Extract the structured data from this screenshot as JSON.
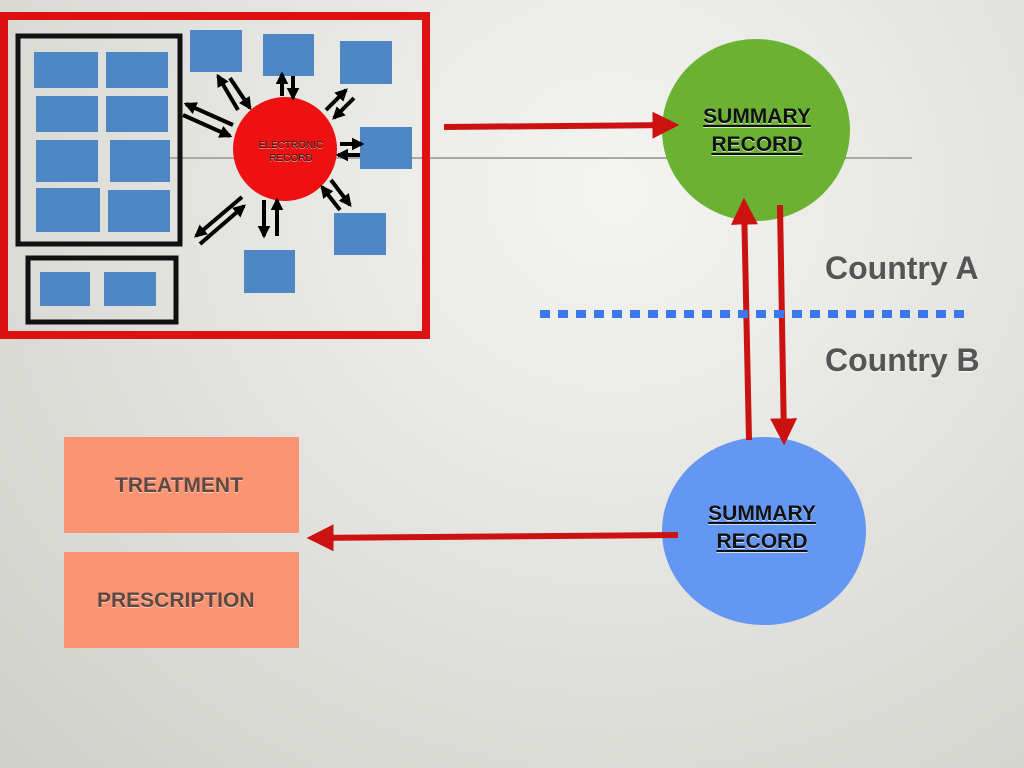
{
  "electronic_record": {
    "line1": "ELECTRONIC",
    "line2": "RECORD",
    "color": "#ee1111"
  },
  "summary_a": {
    "line1": "SUMMARY",
    "line2": "RECORD",
    "color": "#6bb232"
  },
  "summary_b": {
    "line1": "SUMMARY",
    "line2": "RECORD",
    "color": "#6496f4"
  },
  "country_a": "Country A",
  "country_b": "Country B",
  "treatment": "TREATMENT",
  "prescription": "PRESCRIPTION",
  "colors": {
    "module": "#4f86c6",
    "frame": "#dd1111",
    "arrow": "#cc1111",
    "border_line": "#3b78ee",
    "output_box": "#fa9472"
  }
}
